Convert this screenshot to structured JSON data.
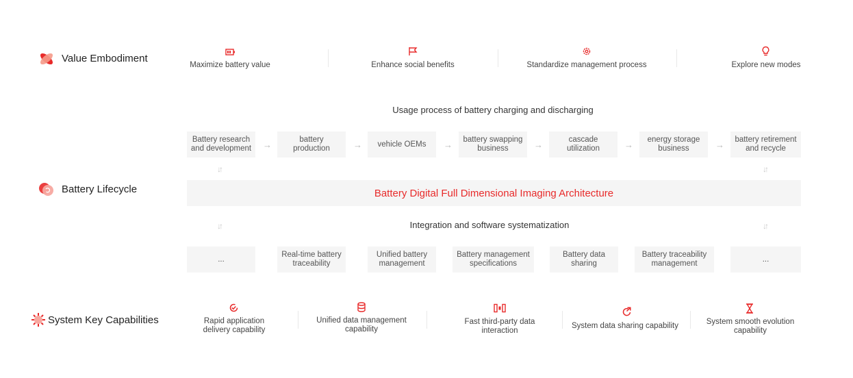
{
  "sections": {
    "value": {
      "title": "Value Embodiment",
      "items": [
        {
          "label": "Maximize battery value",
          "icon": "battery-icon"
        },
        {
          "label": "Enhance social benefits",
          "icon": "flag-icon"
        },
        {
          "label": "Standardize management process",
          "icon": "gear-icon"
        },
        {
          "label": "Explore new modes",
          "icon": "lightbulb-icon"
        }
      ]
    },
    "lifecycle": {
      "title": "Battery Lifecycle",
      "usage_heading": "Usage process of battery charging and discharging",
      "process": [
        "Battery research and development",
        "battery production",
        "vehicle OEMs",
        "battery swapping business",
        "cascade utilization",
        "energy storage business",
        "battery retirement and recycle"
      ],
      "architecture": "Battery Digital Full Dimensional Imaging Architecture",
      "integration_heading": "Integration and software systematization",
      "modules": [
        "...",
        "Real-time battery traceability",
        "Unified battery management",
        "Battery management specifications",
        "Battery data sharing",
        "Battery traceability management",
        "..."
      ]
    },
    "capabilities": {
      "title": "System Key Capabilities",
      "items": [
        {
          "label": "Rapid application delivery capability",
          "icon": "delivery-icon"
        },
        {
          "label": "Unified data management capability",
          "icon": "database-icon"
        },
        {
          "label": "Fast third-party data interaction",
          "icon": "interaction-icon"
        },
        {
          "label": "System data sharing capability",
          "icon": "share-icon"
        },
        {
          "label": "System smooth evolution capability",
          "icon": "hourglass-icon"
        }
      ]
    }
  },
  "colors": {
    "accent": "#e82a2a",
    "box": "#f5f5f5",
    "text": "#333333"
  }
}
